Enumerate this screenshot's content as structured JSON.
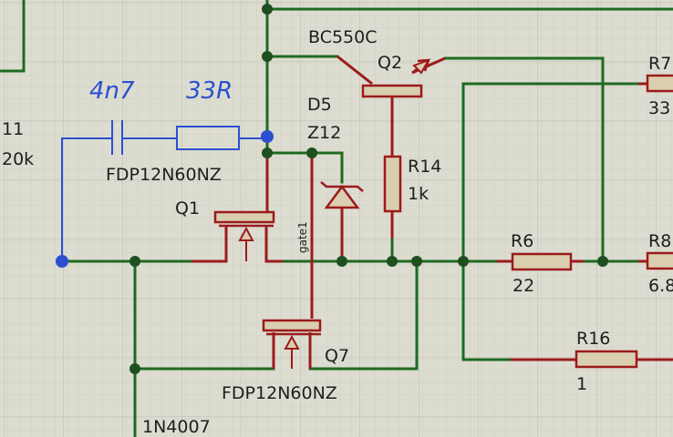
{
  "colors": {
    "background": "#dcdcd1",
    "grid_minor": "#cfcfc3",
    "grid_major": "#bdbdb1",
    "wire": "#1f6a1f",
    "component": "#9c1b1b",
    "component_fill": "#d9ceb0",
    "annotation": "#2b4fcf"
  },
  "labels": {
    "q2_part": "BC550C",
    "q2_ref": "Q2",
    "d5_ref": "D5",
    "d5_value": "Z12",
    "r14_ref": "R14",
    "r14_value": "1k",
    "q1_part": "FDP12N60NZ",
    "q1_ref": "Q1",
    "gate_net": "gate1",
    "r6_ref": "R6",
    "r6_value": "22",
    "q7_ref": "Q7",
    "q7_part": "FDP12N60NZ",
    "r16_ref": "R16",
    "r16_value": "1",
    "d_bottom_part": "1N4007",
    "r7_ref_partial": "R7",
    "r7_value_partial": "33",
    "r8_ref_partial": "R8",
    "r8_value_partial": "6.8",
    "r11_ref_partial": "11",
    "r11_value_partial": "20k"
  },
  "annotations": {
    "cap_value": "4n7",
    "res_value": "33R"
  },
  "icons": {
    "q1": "n-mosfet-icon",
    "q7": "n-mosfet-icon",
    "q2": "npn-transistor-icon",
    "d5": "zener-diode-icon",
    "resistor": "resistor-icon",
    "capacitor": "capacitor-icon"
  }
}
